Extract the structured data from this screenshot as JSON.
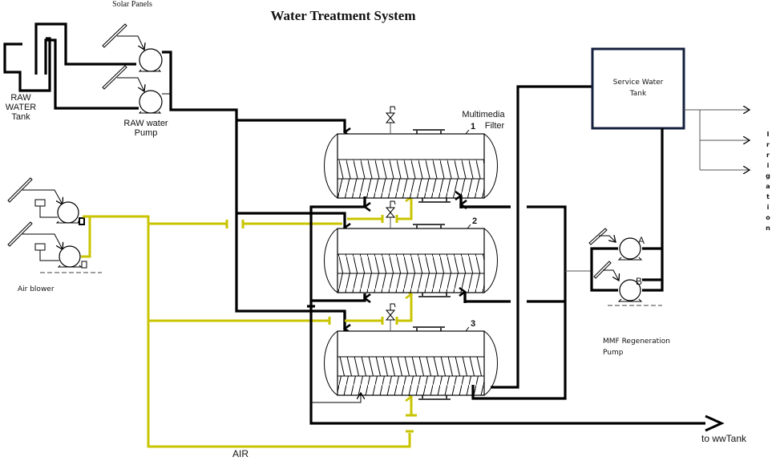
{
  "title": "Water Treatment System",
  "labels": {
    "solar_panels": "Solar Panels",
    "raw_water_tank": [
      "RAW",
      "WATER",
      "Tank"
    ],
    "raw_water_pump": [
      "RAW water",
      "Pump"
    ],
    "air_blower": "Air blower",
    "multimedia_filter": [
      "Multimedia",
      "Filter"
    ],
    "filter_numbers": [
      "1",
      "2",
      "3"
    ],
    "service_water_tank": [
      "Service Water",
      "Tank"
    ],
    "regen_pump": [
      "MMF Regeneration",
      "Pump"
    ],
    "pump_a": "A",
    "pump_b": "B",
    "irrigation": [
      "I",
      "r",
      "r",
      "i",
      "g",
      "a",
      "t",
      "i",
      "o",
      "n"
    ],
    "to_ww_tank": "to wwTank",
    "air": "AIR"
  },
  "colors": {
    "water_pipe": "#000000",
    "air_pipe": "#c9c400",
    "service_tank_border": "#14213d"
  }
}
